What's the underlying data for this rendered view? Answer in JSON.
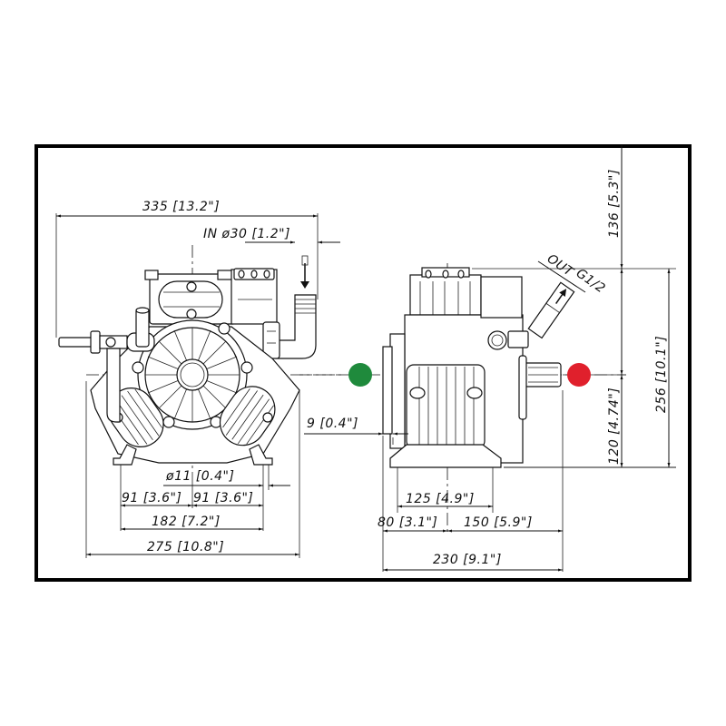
{
  "drawing": {
    "title": "Diaphragm pump dimensional drawing",
    "colors": {
      "frame": "#000000",
      "line": "#111111",
      "inlet_marker": "#1f8a3c",
      "outlet_marker": "#e0202c"
    },
    "front_view": {
      "overall_width": "335 [13.2\"]",
      "inlet": "IN ø30 [1.2\"]",
      "mount_hole": "ø11 [0.4\"]",
      "half_spacing_left": "91 [3.6\"]",
      "half_spacing_right": "91 [3.6\"]",
      "hole_spacing": "182 [7.2\"]",
      "base_width": "275 [10.8\"]"
    },
    "side_view": {
      "offset": "9 [0.4\"]",
      "outlet_label": "OUT",
      "outlet_thread": "G1/2",
      "top_height": "136 [5.3\"]",
      "total_height": "256 [10.1\"]",
      "shaft_height": "120 [4.74\"]",
      "foot_spacing": "125 [4.9\"]",
      "rear_offset": "80 [3.1\"]",
      "front_offset": "150 [5.9\"]",
      "overall_depth": "230 [9.1\"]"
    },
    "markers": [
      {
        "name": "inlet-side marker",
        "color": "green"
      },
      {
        "name": "shaft-side marker",
        "color": "red"
      }
    ]
  }
}
